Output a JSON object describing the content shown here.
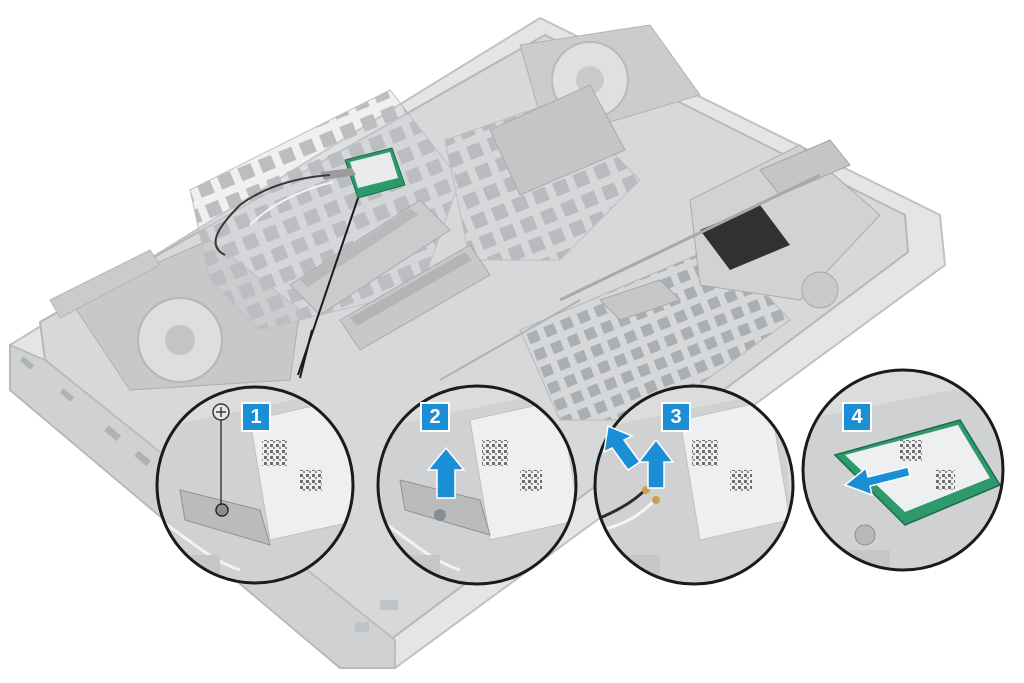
{
  "steps": [
    {
      "number": "1",
      "action": "remove-screw"
    },
    {
      "number": "2",
      "action": "lift-bracket"
    },
    {
      "number": "3",
      "action": "disconnect-antenna-cables"
    },
    {
      "number": "4",
      "action": "slide-out-wlan-card"
    }
  ],
  "colors": {
    "badge": "#1a8fd6",
    "arrow": "#1a8fd6",
    "card": "#2e9a6c",
    "chassis": "#d4d6d8"
  }
}
